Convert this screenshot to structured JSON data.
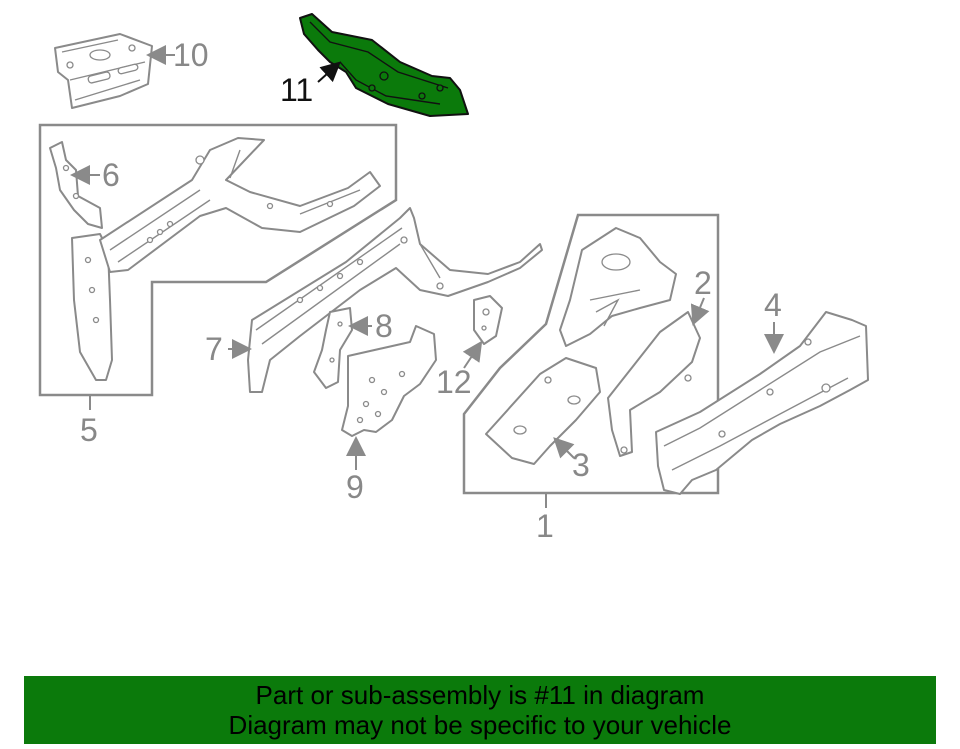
{
  "diagram": {
    "highlight_color": "#0b7a0b",
    "callouts": {
      "c1": "1",
      "c2": "2",
      "c3": "3",
      "c4": "4",
      "c5": "5",
      "c6": "6",
      "c7": "7",
      "c8": "8",
      "c9": "9",
      "c10": "10",
      "c11": "11",
      "c12": "12"
    },
    "highlighted_part": "11"
  },
  "banner": {
    "line1": "Part or sub-assembly is #11 in diagram",
    "line2": "Diagram may not be specific to your vehicle",
    "background": "#0b7a0b"
  }
}
